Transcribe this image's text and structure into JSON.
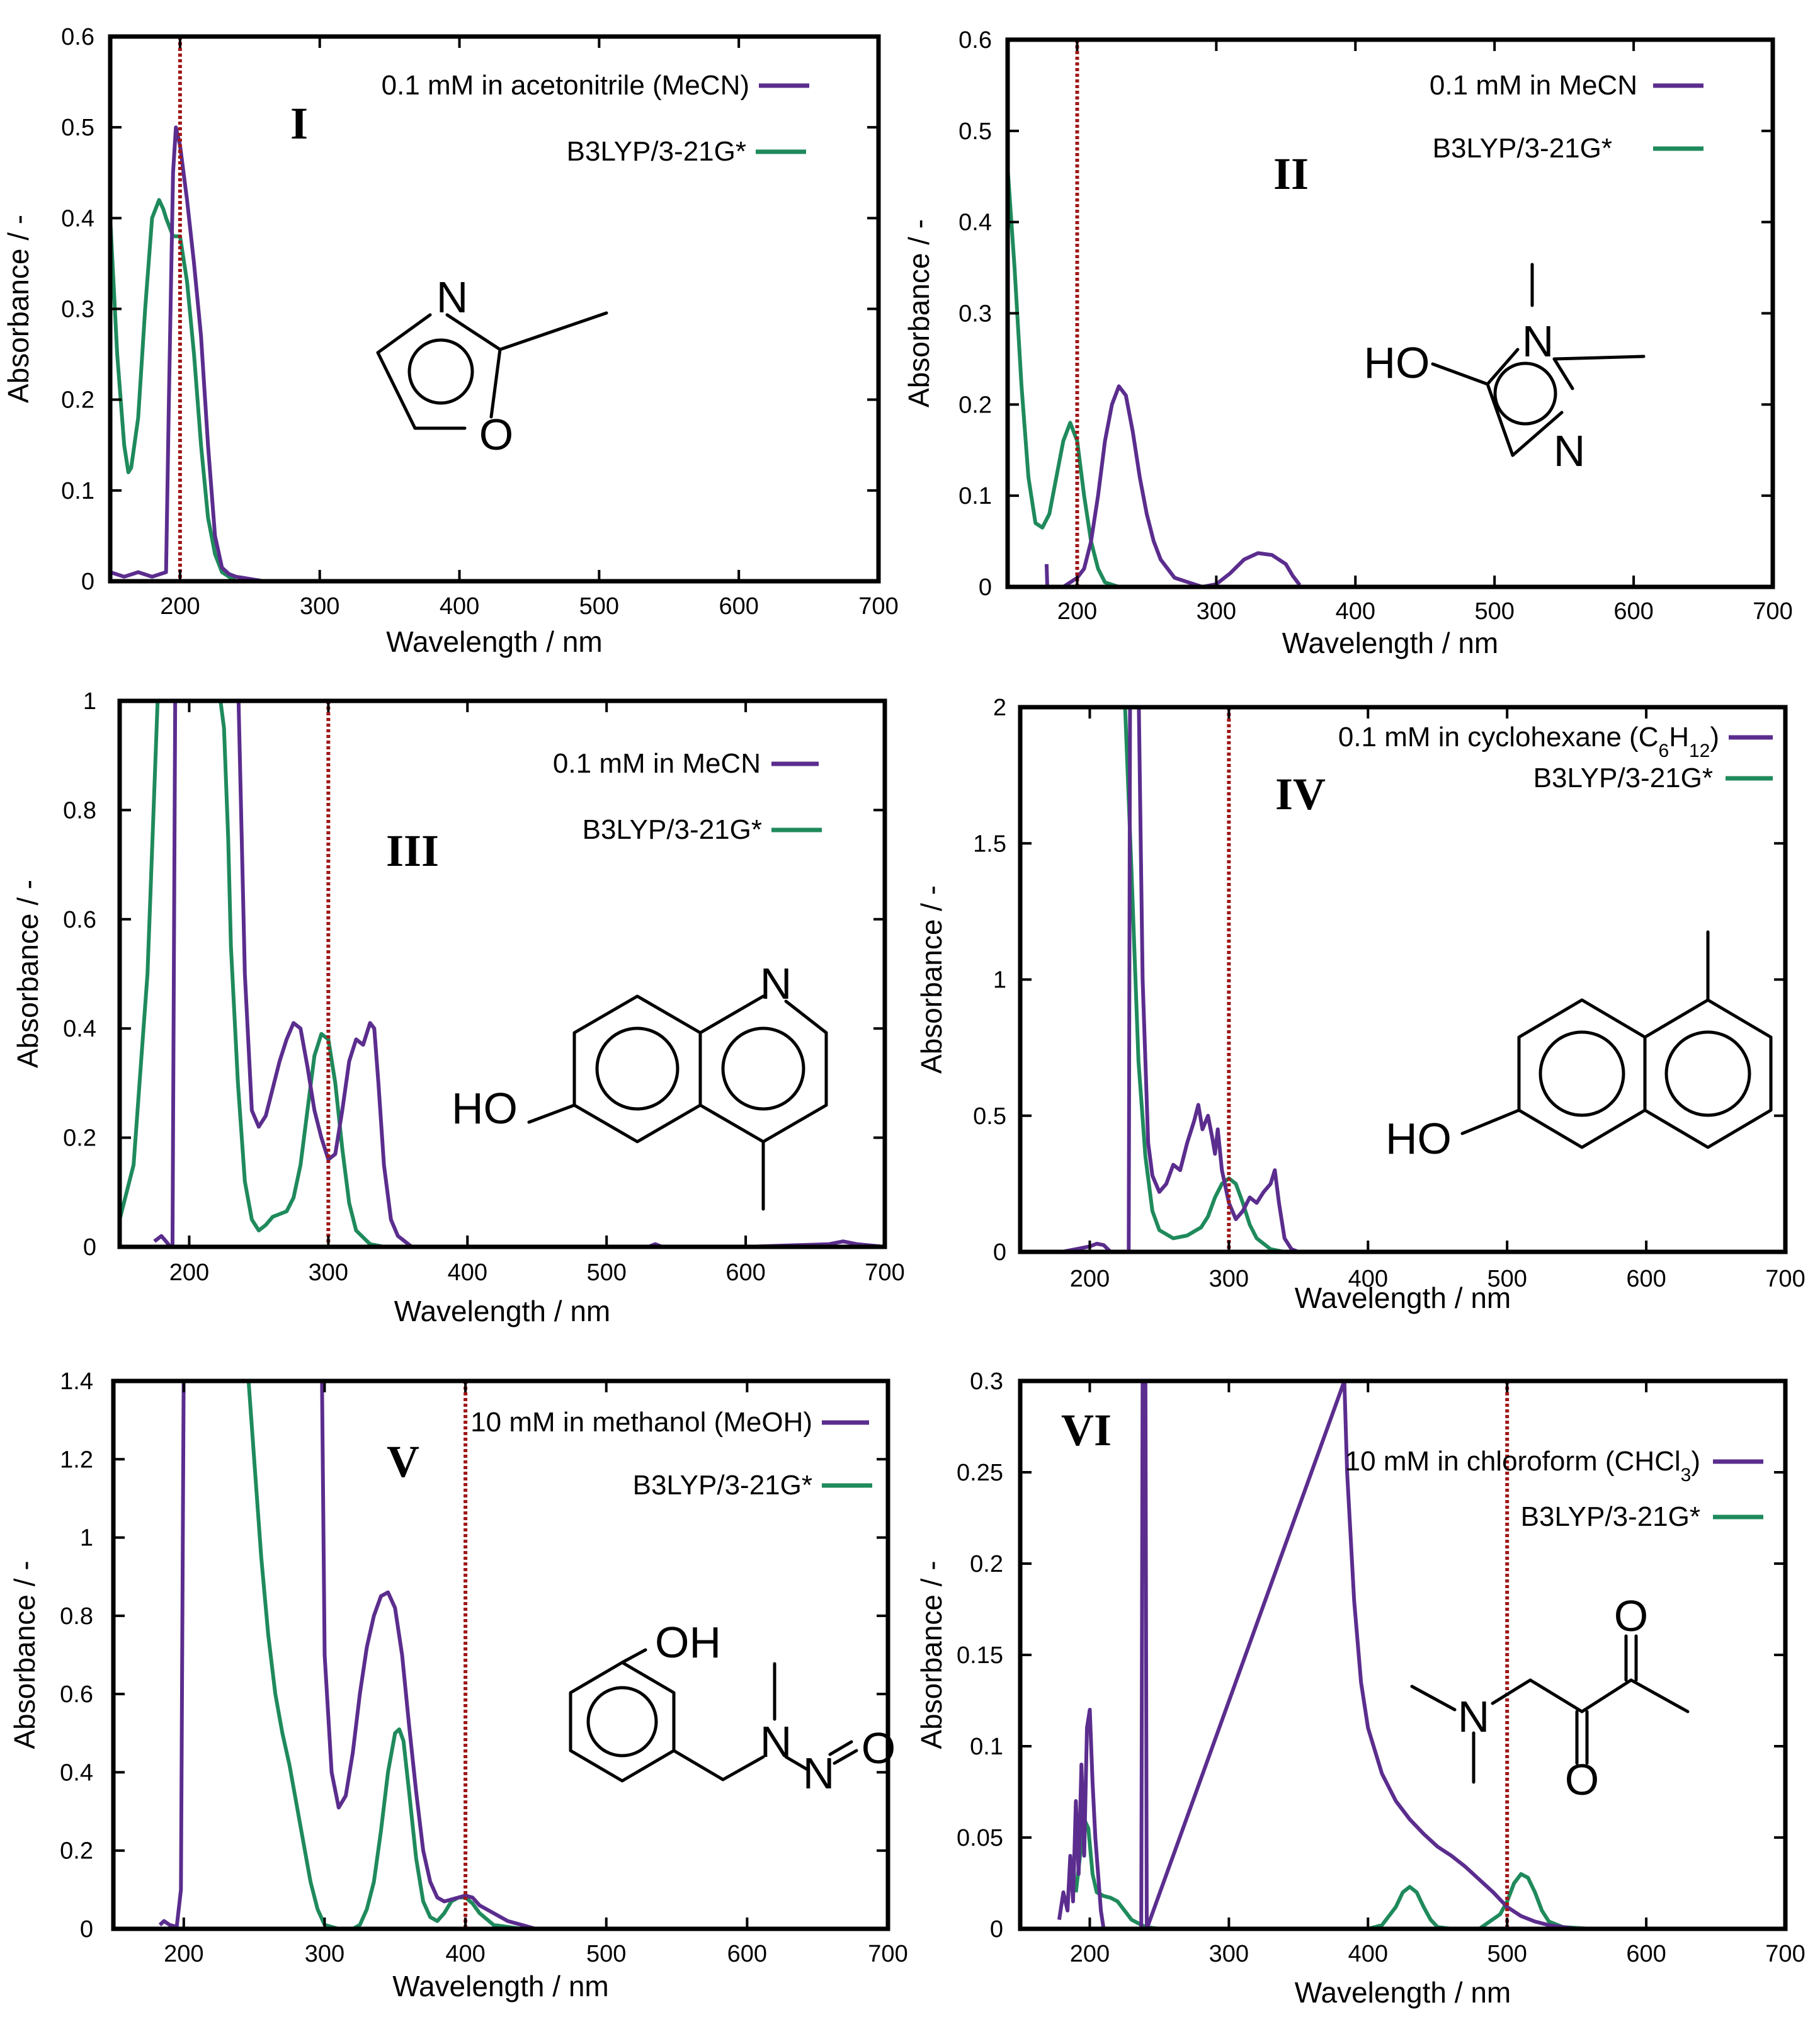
{
  "colors": {
    "experiment": "#5b2d8e",
    "theory": "#1f8a5c",
    "marker": "#a01818"
  },
  "chart_data": [
    {
      "type": "line",
      "panel_label": "I",
      "xlabel": "Wavelength / nm",
      "ylabel": "Absorbance / -",
      "xlim": [
        150,
        700
      ],
      "ylim": [
        0,
        0.6
      ],
      "xticks": [
        200,
        300,
        400,
        500,
        600,
        700
      ],
      "yticks": [
        0,
        0.1,
        0.2,
        0.3,
        0.4,
        0.5,
        0.6
      ],
      "marker_x": 200,
      "grid": false,
      "legend_position": "top-right",
      "molecule": {
        "atoms": [
          "N",
          "O"
        ]
      },
      "series": [
        {
          "name": "0.1 mM in acetonitrile (MeCN)",
          "role": "experiment",
          "x": [
            150,
            160,
            170,
            180,
            190,
            192,
            195,
            197,
            200,
            205,
            210,
            215,
            220,
            225,
            230,
            235,
            240,
            260,
            300,
            700
          ],
          "y": [
            0.01,
            0.005,
            0.01,
            0.005,
            0.01,
            0.2,
            0.45,
            0.5,
            0.48,
            0.42,
            0.35,
            0.27,
            0.15,
            0.05,
            0.015,
            0.008,
            0.005,
            0,
            0,
            0
          ]
        },
        {
          "name": "B3LYP/3-21G*",
          "role": "theory",
          "x": [
            150,
            155,
            160,
            163,
            165,
            170,
            175,
            180,
            185,
            188,
            190,
            195,
            200,
            205,
            210,
            215,
            220,
            225,
            230,
            240,
            260,
            700
          ],
          "y": [
            0.4,
            0.25,
            0.15,
            0.12,
            0.125,
            0.18,
            0.3,
            0.4,
            0.42,
            0.41,
            0.4,
            0.38,
            0.38,
            0.33,
            0.25,
            0.15,
            0.07,
            0.03,
            0.01,
            0,
            0,
            0
          ]
        }
      ]
    },
    {
      "type": "line",
      "panel_label": "II",
      "xlabel": "Wavelength / nm",
      "ylabel": "Absorbance / -",
      "xlim": [
        150,
        700
      ],
      "ylim": [
        0,
        0.6
      ],
      "xticks": [
        200,
        300,
        400,
        500,
        600,
        700
      ],
      "yticks": [
        0,
        0.1,
        0.2,
        0.3,
        0.4,
        0.5,
        0.6
      ],
      "marker_x": 200,
      "grid": false,
      "legend_position": "top-right",
      "molecule": {
        "atoms": [
          "HO",
          "N",
          "N"
        ]
      },
      "series": [
        {
          "name": "0.1 mM in MeCN",
          "role": "experiment",
          "x": [
            178,
            178.5,
            180,
            190,
            200,
            205,
            210,
            215,
            220,
            225,
            230,
            235,
            240,
            245,
            250,
            255,
            260,
            270,
            280,
            290,
            300,
            310,
            320,
            330,
            340,
            350,
            355,
            360
          ],
          "y": [
            0.025,
            0,
            0,
            0,
            0.01,
            0.02,
            0.05,
            0.1,
            0.16,
            0.2,
            0.22,
            0.21,
            0.17,
            0.12,
            0.08,
            0.05,
            0.03,
            0.01,
            0.005,
            0,
            0.003,
            0.015,
            0.03,
            0.037,
            0.035,
            0.025,
            0.012,
            0.002
          ]
        },
        {
          "name": "B3LYP/3-21G*",
          "role": "theory",
          "x": [
            150,
            155,
            160,
            165,
            170,
            175,
            180,
            185,
            190,
            195,
            200,
            205,
            210,
            215,
            220,
            230,
            250,
            700
          ],
          "y": [
            0.46,
            0.35,
            0.22,
            0.12,
            0.07,
            0.065,
            0.08,
            0.12,
            0.16,
            0.18,
            0.16,
            0.1,
            0.05,
            0.02,
            0.005,
            0,
            0,
            0
          ]
        }
      ]
    },
    {
      "type": "line",
      "panel_label": "III",
      "xlabel": "Wavelength / nm",
      "ylabel": "Absorbance / -",
      "xlim": [
        150,
        700
      ],
      "ylim": [
        0,
        1
      ],
      "xticks": [
        200,
        300,
        400,
        500,
        600,
        700
      ],
      "yticks": [
        0,
        0.2,
        0.4,
        0.6,
        0.8,
        1
      ],
      "marker_x": 300,
      "grid": false,
      "legend_position": "top-right",
      "molecule": {
        "atoms": [
          "N",
          "HO"
        ]
      },
      "series": [
        {
          "name": "0.1 mM in MeCN",
          "role": "experiment",
          "x": [
            175,
            180,
            185,
            186,
            188,
            190,
            228,
            235,
            240,
            245,
            250,
            255,
            260,
            265,
            270,
            275,
            280,
            285,
            290,
            295,
            300,
            305,
            310,
            315,
            320,
            325,
            330,
            333,
            336,
            340,
            345,
            350,
            360,
            380,
            400,
            500,
            530,
            535,
            540,
            600,
            660,
            670,
            680,
            700
          ],
          "y": [
            0.01,
            0.02,
            0.005,
            0,
            0,
            1.05,
            1.05,
            1.05,
            0.5,
            0.25,
            0.22,
            0.24,
            0.29,
            0.34,
            0.38,
            0.41,
            0.4,
            0.33,
            0.25,
            0.2,
            0.16,
            0.17,
            0.25,
            0.34,
            0.38,
            0.37,
            0.41,
            0.4,
            0.3,
            0.15,
            0.05,
            0.02,
            0,
            0,
            0,
            0,
            0,
            0.005,
            0,
            0,
            0.005,
            0.01,
            0.005,
            0
          ]
        },
        {
          "name": "B3LYP/3-21G*",
          "role": "theory",
          "x": [
            150,
            160,
            170,
            178,
            182,
            185,
            220,
            225,
            228,
            230,
            235,
            240,
            245,
            250,
            255,
            260,
            265,
            270,
            275,
            280,
            285,
            290,
            295,
            300,
            305,
            310,
            315,
            320,
            330,
            340,
            350,
            700
          ],
          "y": [
            0.05,
            0.15,
            0.5,
            1.05,
            1.05,
            1.05,
            1.05,
            0.95,
            0.75,
            0.55,
            0.3,
            0.12,
            0.05,
            0.03,
            0.04,
            0.055,
            0.06,
            0.065,
            0.09,
            0.15,
            0.25,
            0.35,
            0.39,
            0.38,
            0.3,
            0.18,
            0.08,
            0.03,
            0.005,
            0,
            0,
            0
          ]
        }
      ]
    },
    {
      "type": "line",
      "panel_label": "IV",
      "xlabel": "Wavelength / nm",
      "ylabel": "Absorbance / -",
      "xlim": [
        150,
        700
      ],
      "ylim": [
        0,
        2
      ],
      "xticks": [
        200,
        300,
        400,
        500,
        600,
        700
      ],
      "yticks": [
        0,
        0.5,
        1,
        1.5,
        2
      ],
      "marker_x": 300,
      "grid": false,
      "legend_position": "top-right",
      "molecule": {
        "atoms": [
          "HO"
        ]
      },
      "series": [
        {
          "name": "0.1 mM in cyclohexane (C6H12)",
          "role": "experiment",
          "x": [
            180,
            190,
            200,
            205,
            210,
            215,
            220,
            228,
            229,
            230,
            231,
            235,
            238,
            242,
            245,
            250,
            255,
            260,
            265,
            270,
            275,
            278,
            281,
            285,
            288,
            290,
            292,
            295,
            300,
            305,
            310,
            315,
            320,
            325,
            330,
            333,
            336,
            340,
            345,
            350
          ],
          "y": [
            0,
            0.01,
            0.02,
            0.03,
            0.025,
            0,
            0,
            0,
            2.1,
            2.1,
            2.1,
            2.1,
            1.0,
            0.4,
            0.28,
            0.22,
            0.25,
            0.32,
            0.3,
            0.4,
            0.48,
            0.54,
            0.45,
            0.5,
            0.42,
            0.36,
            0.45,
            0.3,
            0.18,
            0.12,
            0.15,
            0.2,
            0.18,
            0.22,
            0.25,
            0.3,
            0.18,
            0.05,
            0.01,
            0
          ]
        },
        {
          "name": "B3LYP/3-21G*",
          "role": "theory",
          "x": [
            210,
            215,
            220,
            225,
            230,
            235,
            240,
            245,
            250,
            260,
            270,
            280,
            285,
            290,
            295,
            300,
            305,
            310,
            315,
            320,
            330,
            340,
            700
          ],
          "y": [
            2.1,
            2.1,
            2.1,
            2.05,
            1.4,
            0.7,
            0.35,
            0.15,
            0.08,
            0.05,
            0.06,
            0.09,
            0.13,
            0.2,
            0.25,
            0.27,
            0.25,
            0.18,
            0.1,
            0.05,
            0.01,
            0,
            0
          ]
        }
      ]
    },
    {
      "type": "line",
      "panel_label": "V",
      "xlabel": "Wavelength / nm",
      "ylabel": "Absorbance / -",
      "xlim": [
        150,
        700
      ],
      "ylim": [
        0,
        1.4
      ],
      "xticks": [
        200,
        300,
        400,
        500,
        600,
        700
      ],
      "yticks": [
        0,
        0.2,
        0.4,
        0.6,
        0.8,
        1,
        1.2,
        1.4
      ],
      "marker_x": 400,
      "grid": false,
      "legend_position": "top-right",
      "molecule": {
        "atoms": [
          "OH",
          "N",
          "N",
          "O"
        ]
      },
      "series": [
        {
          "name": "10 mM in methanol (MeOH)",
          "role": "experiment",
          "x": [
            183,
            186,
            190,
            195,
            198,
            200,
            296,
            298,
            300,
            305,
            310,
            315,
            320,
            325,
            330,
            335,
            340,
            345,
            350,
            355,
            360,
            365,
            370,
            375,
            380,
            385,
            390,
            395,
            400,
            405,
            410,
            420,
            430,
            440,
            450
          ],
          "y": [
            0.01,
            0.02,
            0.01,
            0.005,
            0.1,
            1.45,
            1.45,
            1.45,
            0.7,
            0.4,
            0.31,
            0.34,
            0.45,
            0.6,
            0.72,
            0.8,
            0.85,
            0.86,
            0.82,
            0.7,
            0.52,
            0.35,
            0.2,
            0.12,
            0.08,
            0.07,
            0.075,
            0.08,
            0.085,
            0.08,
            0.06,
            0.04,
            0.02,
            0.01,
            0
          ]
        },
        {
          "name": "B3LYP/3-21G*",
          "role": "theory",
          "x": [
            245,
            250,
            255,
            260,
            265,
            270,
            275,
            280,
            285,
            290,
            295,
            300,
            310,
            320,
            325,
            330,
            335,
            340,
            345,
            350,
            353,
            356,
            360,
            365,
            370,
            375,
            380,
            385,
            390,
            395,
            400,
            405,
            410,
            420,
            440,
            700
          ],
          "y": [
            1.45,
            1.2,
            0.95,
            0.75,
            0.6,
            0.5,
            0.42,
            0.32,
            0.22,
            0.12,
            0.05,
            0.01,
            0,
            0,
            0.01,
            0.05,
            0.12,
            0.25,
            0.4,
            0.5,
            0.51,
            0.48,
            0.35,
            0.18,
            0.07,
            0.03,
            0.02,
            0.04,
            0.07,
            0.08,
            0.08,
            0.065,
            0.04,
            0.01,
            0,
            0
          ]
        }
      ]
    },
    {
      "type": "line",
      "panel_label": "VI",
      "xlabel": "Wavelength / nm",
      "ylabel": "Absorbance / -",
      "xlim": [
        150,
        700
      ],
      "ylim": [
        0,
        0.3
      ],
      "xticks": [
        200,
        300,
        400,
        500,
        600,
        700
      ],
      "yticks": [
        0,
        0.05,
        0.1,
        0.15,
        0.2,
        0.25,
        0.3
      ],
      "marker_x": 500,
      "grid": false,
      "legend_position": "top-right",
      "molecule": {
        "atoms": [
          "N",
          "O",
          "O"
        ]
      },
      "series": [
        {
          "name": "10 mM in chloroform (CHCl3)",
          "role": "experiment",
          "x": [
            178,
            181,
            184,
            186,
            188,
            190,
            192,
            194,
            196,
            198,
            200,
            202,
            204,
            206,
            208,
            210,
            237,
            238,
            239,
            240,
            241,
            383,
            385,
            390,
            395,
            400,
            410,
            420,
            430,
            440,
            450,
            460,
            470,
            480,
            490,
            500,
            510,
            520,
            530,
            540,
            550,
            560
          ],
          "y": [
            0.005,
            0.02,
            0.01,
            0.04,
            0.015,
            0.07,
            0.03,
            0.09,
            0.04,
            0.11,
            0.12,
            0.08,
            0.05,
            0.03,
            0.01,
            0,
            0,
            0.31,
            0.31,
            0.31,
            0,
            0.3,
            0.25,
            0.18,
            0.135,
            0.11,
            0.085,
            0.07,
            0.06,
            0.052,
            0.045,
            0.04,
            0.034,
            0.027,
            0.02,
            0.012,
            0.007,
            0.004,
            0.002,
            0.001,
            0,
            0
          ]
        },
        {
          "name": "B3LYP/3-21G*",
          "role": "theory",
          "x": [
            190,
            193,
            196,
            199,
            202,
            205,
            210,
            215,
            220,
            225,
            230,
            240,
            250,
            400,
            410,
            420,
            425,
            430,
            435,
            440,
            445,
            450,
            460,
            480,
            495,
            500,
            505,
            510,
            515,
            520,
            525,
            530,
            540,
            560,
            700
          ],
          "y": [
            0.02,
            0.04,
            0.06,
            0.055,
            0.03,
            0.02,
            0.018,
            0.017,
            0.015,
            0.01,
            0.005,
            0.001,
            0,
            0,
            0.002,
            0.012,
            0.02,
            0.023,
            0.02,
            0.012,
            0.005,
            0.001,
            0,
            0,
            0.008,
            0.015,
            0.025,
            0.03,
            0.028,
            0.02,
            0.01,
            0.004,
            0.001,
            0,
            0
          ]
        }
      ]
    }
  ]
}
